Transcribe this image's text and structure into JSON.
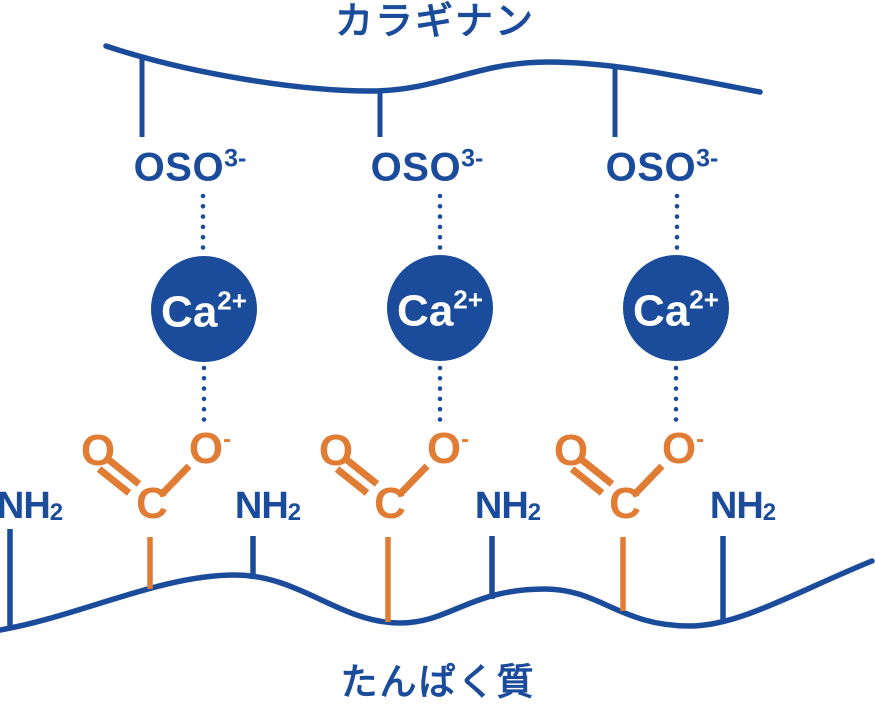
{
  "title": "カラギナン",
  "protein_label": "たんぱく質",
  "colors": {
    "blue": "#1B4C9B",
    "orange": "#E07C33",
    "white": "#FFFFFF"
  },
  "sulfate_groups": [
    {
      "base": "OSO",
      "sup": "3-"
    },
    {
      "base": "OSO",
      "sup": "3-"
    },
    {
      "base": "OSO",
      "sup": "3-"
    }
  ],
  "calcium_ions": [
    {
      "base": "Ca",
      "sup": "2+"
    },
    {
      "base": "Ca",
      "sup": "2+"
    },
    {
      "base": "Ca",
      "sup": "2+"
    }
  ],
  "carboxyl_groups": [
    {
      "o_double": "O",
      "o_single": "O",
      "o_single_sup": "-",
      "c": "C"
    },
    {
      "o_double": "O",
      "o_single": "O",
      "o_single_sup": "-",
      "c": "C"
    },
    {
      "o_double": "O",
      "o_single": "O",
      "o_single_sup": "-",
      "c": "C"
    }
  ],
  "amine_groups": [
    {
      "base": "NH",
      "sub": "2"
    },
    {
      "base": "NH",
      "sub": "2"
    },
    {
      "base": "NH",
      "sub": "2"
    },
    {
      "base": "NH",
      "sub": "2"
    }
  ]
}
